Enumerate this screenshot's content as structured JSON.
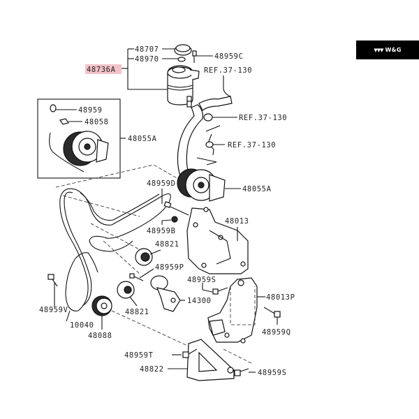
{
  "brand": {
    "logo_text": "W&G",
    "logo_mark": "wings-icon"
  },
  "colors": {
    "highlight": "#f3c2c8",
    "badge_bg": "#000000",
    "line": "#111111"
  },
  "labels": {
    "reservoir_cap": "48707",
    "reservoir_seal": "48970",
    "reservoir": "48736A",
    "reservoir_bolt": "48959C",
    "ref_1": "REF.37-130",
    "ref_2": "REF.37-130",
    "ref_3": "REF.37-130",
    "inset_bolt": "48959",
    "inset_sensor": "48058",
    "inset_pump": "48055A",
    "pump": "48055A",
    "bolt_d": "48959D",
    "bolt_b": "48959B",
    "idler_upper": "48821",
    "bolt_p": "48959P",
    "bracket": "48013",
    "bolt_s_upper": "48959S",
    "bracket_p": "48013P",
    "tensioner": "14300",
    "bolt_v": "48959V",
    "belt": "10040",
    "idler_lower": "48821",
    "pulley": "48088",
    "bolt_q": "48959Q",
    "bolt_t": "48959T",
    "brace": "48822",
    "bolt_s_lower": "48959S"
  }
}
